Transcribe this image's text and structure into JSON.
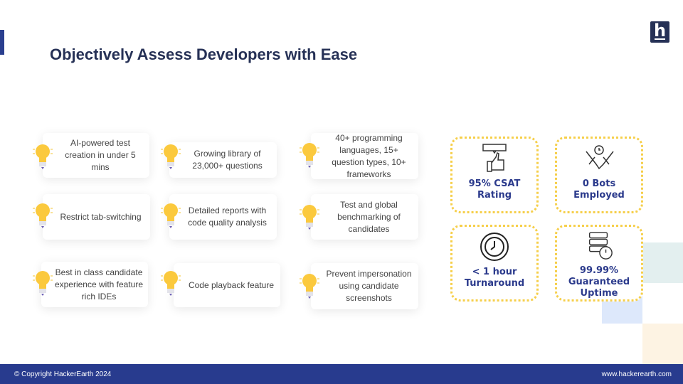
{
  "title": "Objectively Assess Developers with Ease",
  "logo": "h",
  "features": [
    "AI-powered test creation in under 5 mins",
    "Growing library of 23,000+ questions",
    "40+ programming languages, 15+ question types, 10+ frameworks",
    "Restrict tab-switching",
    "Detailed reports with code quality analysis",
    "Test and global benchmarking of candidates",
    "Best in class candidate experience with feature rich IDEs",
    "Code playback feature",
    "Prevent impersonation using candidate screenshots"
  ],
  "stats": [
    {
      "label": "95% CSAT Rating",
      "icon": "thumbs-up-rating-icon"
    },
    {
      "label": "0 Bots Employed",
      "icon": "handshake-icon"
    },
    {
      "label": "< 1 hour Turnaround",
      "icon": "clock-icon"
    },
    {
      "label": "99.99% Guaranteed Uptime",
      "icon": "server-icon"
    }
  ],
  "footer": {
    "copyright": "© Copyright HackerEarth 2024",
    "url": "www.hackerearth.com"
  },
  "colors": {
    "navy": "#263156",
    "footer": "#283b8e",
    "dots": "#f6cf4a"
  }
}
